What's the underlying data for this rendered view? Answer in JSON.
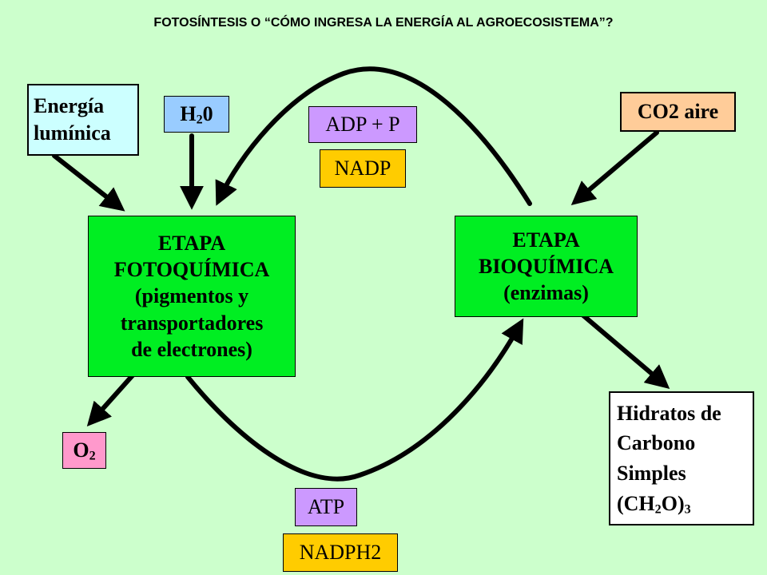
{
  "title": "FOTOSÍNTESIS O “CÓMO INGRESA LA ENERGÍA AL AGROECOSISTEMA”?",
  "colors": {
    "background": "#ccffcc",
    "stage_fill": "#00ee22",
    "input_light": "#ccffff",
    "water": "#99ccff",
    "cofactor_purple": "#cc99ff",
    "cofactor_orange": "#ffcc00",
    "co2": "#ffcc99",
    "oxygen": "#ff99cc",
    "product": "#ffffff",
    "arrow": "#000000"
  },
  "inputs": {
    "light": {
      "line1": "Energía",
      "line2": "lumínica"
    },
    "water": {
      "base": "H",
      "sub": "2",
      "tail": "0"
    },
    "co2": "CO2 aire"
  },
  "cofactors": {
    "adp": "ADP + P",
    "nadp": "NADP",
    "atp": "ATP",
    "nadph2": "NADPH2"
  },
  "stages": {
    "photochemical": {
      "lines": [
        "ETAPA",
        "FOTOQUÍMICA",
        "(pigmentos y",
        "transportadores",
        "de electrones)"
      ]
    },
    "biochemical": {
      "lines": [
        "ETAPA",
        "BIOQUÍMICA",
        "(enzimas)"
      ]
    }
  },
  "outputs": {
    "oxygen": {
      "base": "O",
      "sub": "2"
    },
    "carbohydrates": {
      "line1": "Hidratos de",
      "line2": "Carbono",
      "line3": "Simples",
      "formula_open": "(CH",
      "formula_sub1": "2",
      "formula_mid": "O)",
      "formula_sub2": "3"
    }
  }
}
